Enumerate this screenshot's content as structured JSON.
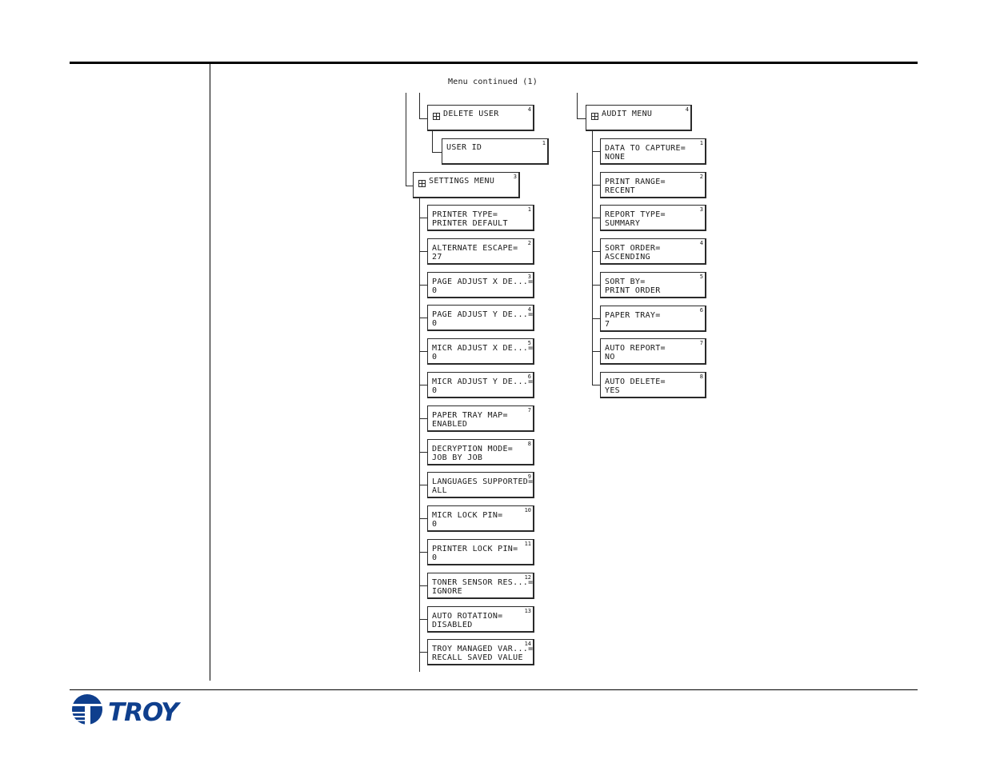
{
  "caption": "Menu continued (1)",
  "delete_user": {
    "label": "DELETE USER",
    "num": "4"
  },
  "user_id": {
    "label": "USER ID",
    "num": "1"
  },
  "settings_menu": {
    "label": "SETTINGS MENU",
    "num": "3"
  },
  "audit_menu": {
    "label": "AUDIT MENU",
    "num": "4"
  },
  "settings_items": [
    {
      "line1": "PRINTER TYPE=",
      "line2": "PRINTER DEFAULT",
      "num": "1"
    },
    {
      "line1": "ALTERNATE ESCAPE=",
      "line2": "27",
      "num": "2"
    },
    {
      "line1": "PAGE ADJUST X DE...=",
      "line2": "0",
      "num": "3"
    },
    {
      "line1": "PAGE ADJUST Y DE...=",
      "line2": "0",
      "num": "4"
    },
    {
      "line1": "MICR ADJUST X DE...=",
      "line2": "0",
      "num": "5"
    },
    {
      "line1": "MICR ADJUST Y DE...=",
      "line2": "0",
      "num": "6"
    },
    {
      "line1": "PAPER TRAY MAP=",
      "line2": "ENABLED",
      "num": "7"
    },
    {
      "line1": "DECRYPTION MODE=",
      "line2": "JOB BY JOB",
      "num": "8"
    },
    {
      "line1": "LANGUAGES SUPPORTED=",
      "line2": "ALL",
      "num": "9"
    },
    {
      "line1": "MICR LOCK PIN=",
      "line2": "0",
      "num": "10"
    },
    {
      "line1": "PRINTER LOCK PIN=",
      "line2": "0",
      "num": "11"
    },
    {
      "line1": "TONER SENSOR RES...=",
      "line2": "IGNORE",
      "num": "12"
    },
    {
      "line1": "AUTO ROTATION=",
      "line2": "DISABLED",
      "num": "13"
    },
    {
      "line1": "TROY MANAGED VAR...=",
      "line2": "RECALL  SAVED VALUE",
      "num": "14"
    }
  ],
  "audit_items": [
    {
      "line1": "DATA TO CAPTURE=",
      "line2": "NONE",
      "num": "1"
    },
    {
      "line1": "PRINT RANGE=",
      "line2": "RECENT",
      "num": "2"
    },
    {
      "line1": "REPORT TYPE=",
      "line2": "SUMMARY",
      "num": "3"
    },
    {
      "line1": "SORT ORDER=",
      "line2": "ASCENDING",
      "num": "4"
    },
    {
      "line1": "SORT BY=",
      "line2": "PRINT ORDER",
      "num": "5"
    },
    {
      "line1": "PAPER TRAY=",
      "line2": "7",
      "num": "6"
    },
    {
      "line1": "AUTO REPORT=",
      "line2": "NO",
      "num": "7"
    },
    {
      "line1": "AUTO DELETE=",
      "line2": "YES",
      "num": "8"
    }
  ],
  "logo": {
    "text": "TROY",
    "color": "#0f3f8d"
  }
}
